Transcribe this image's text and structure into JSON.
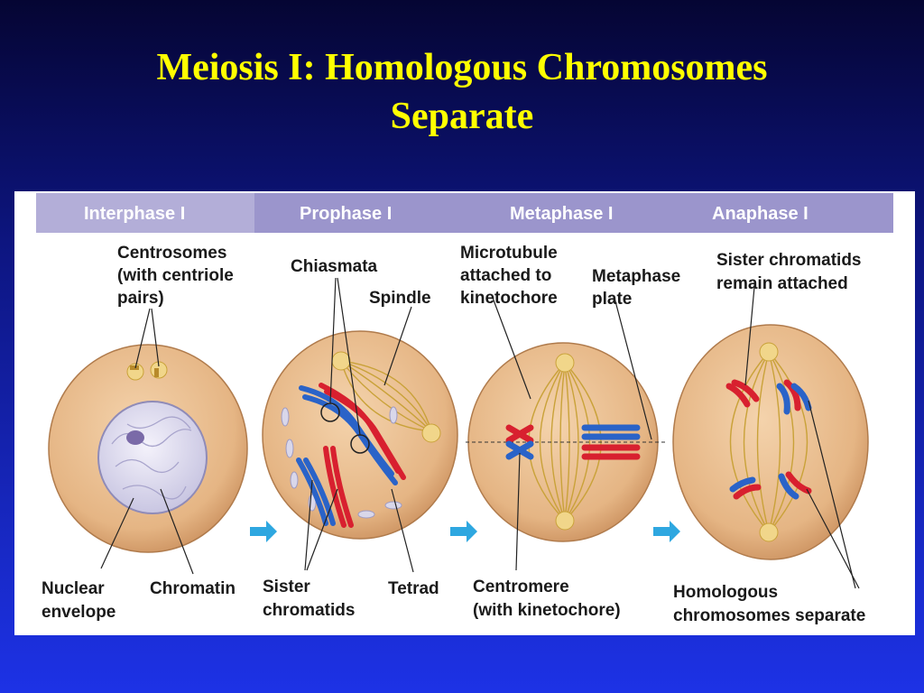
{
  "slide": {
    "title_line1": "Meiosis I:  Homologous Chromosomes",
    "title_line2": "Separate"
  },
  "phases": [
    {
      "label": "Interphase I"
    },
    {
      "label": "Prophase I"
    },
    {
      "label": "Metaphase I"
    },
    {
      "label": "Anaphase I"
    }
  ],
  "labels": {
    "centrosomes": [
      "Centrosomes",
      "(with centriole",
      "pairs)"
    ],
    "nuclear_envelope": [
      "Nuclear",
      "envelope"
    ],
    "chromatin": "Chromatin",
    "chiasmata": "Chiasmata",
    "spindle": "Spindle",
    "sister_chromatids": [
      "Sister",
      "chromatids"
    ],
    "tetrad": "Tetrad",
    "microtubule": [
      "Microtubule",
      "attached to",
      "kinetochore"
    ],
    "metaphase_plate": [
      "Metaphase",
      "plate"
    ],
    "centromere": [
      "Centromere",
      "(with kinetochore)"
    ],
    "sister_attached": [
      "Sister chromatids",
      "remain attached"
    ],
    "homologous": [
      "Homologous",
      "chromosomes separate"
    ]
  },
  "colors": {
    "title": "#ffff00",
    "header_band": "#9b95cc",
    "cell_fill": "#e8b98a",
    "chromosome_red": "#d8202f",
    "chromosome_blue": "#2a63c8",
    "arrow": "#2ea7e0"
  },
  "icons": {
    "arrow": "right-arrow-icon"
  }
}
